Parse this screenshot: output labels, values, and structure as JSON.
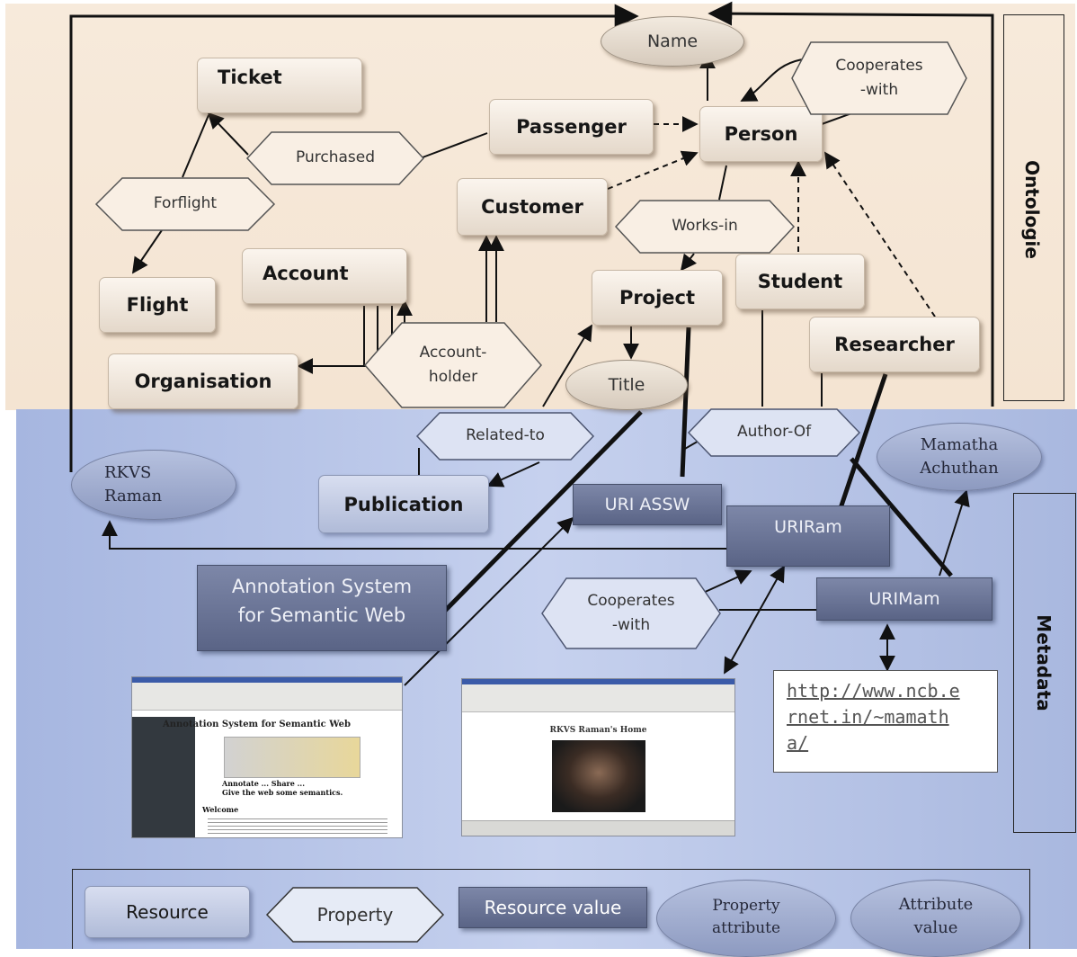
{
  "sections": {
    "ontology_label": "Ontologie",
    "metadata_label": "Metadata"
  },
  "ontology": {
    "name": "Name",
    "ticket": "Ticket",
    "passenger": "Passenger",
    "person": "Person",
    "cooperates_with": [
      "Cooperates",
      "-with"
    ],
    "purchased": "Purchased",
    "forflight": "Forflight",
    "customer": "Customer",
    "works_in": "Works-in",
    "account": "Account",
    "flight": "Flight",
    "project": "Project",
    "student": "Student",
    "account_holder": [
      "Account-",
      "holder"
    ],
    "organisation": "Organisation",
    "researcher": "Researcher",
    "title": "Title"
  },
  "metadata": {
    "related_to": "Related-to",
    "author_of": "Author-Of",
    "mamatha_achuthan": [
      "Mamatha",
      "Achuthan"
    ],
    "rkvs_raman": [
      "RKVS",
      "Raman"
    ],
    "publication": "Publication",
    "uri_assw": "URI ASSW",
    "uri_ram": "URIRam",
    "annotation_system": [
      "Annotation System",
      "for Semantic Web"
    ],
    "cooperates_with": [
      "Cooperates",
      "-with"
    ],
    "uri_mam": "URIMam",
    "url": [
      "http://www.ncb.e",
      "rnet.in/~mamath",
      "a/"
    ],
    "screenshot_1": {
      "heading": "Annotation System for Semantic Web",
      "banner": [
        "Annotate ... Share ...",
        "Give the web some semantics."
      ],
      "welcome": "Welcome"
    },
    "screenshot_2": {
      "heading": "RKVS Raman's Home"
    }
  },
  "legend": {
    "resource": "Resource",
    "property": "Property",
    "resource_value": "Resource value",
    "property_attribute": [
      "Property",
      "attribute"
    ],
    "attribute_value": [
      "Attribute",
      "value"
    ]
  },
  "colors": {
    "ontology_bg": "#f6e8d8",
    "metadata_bg": "#b9c6e6",
    "line": "#111111"
  }
}
